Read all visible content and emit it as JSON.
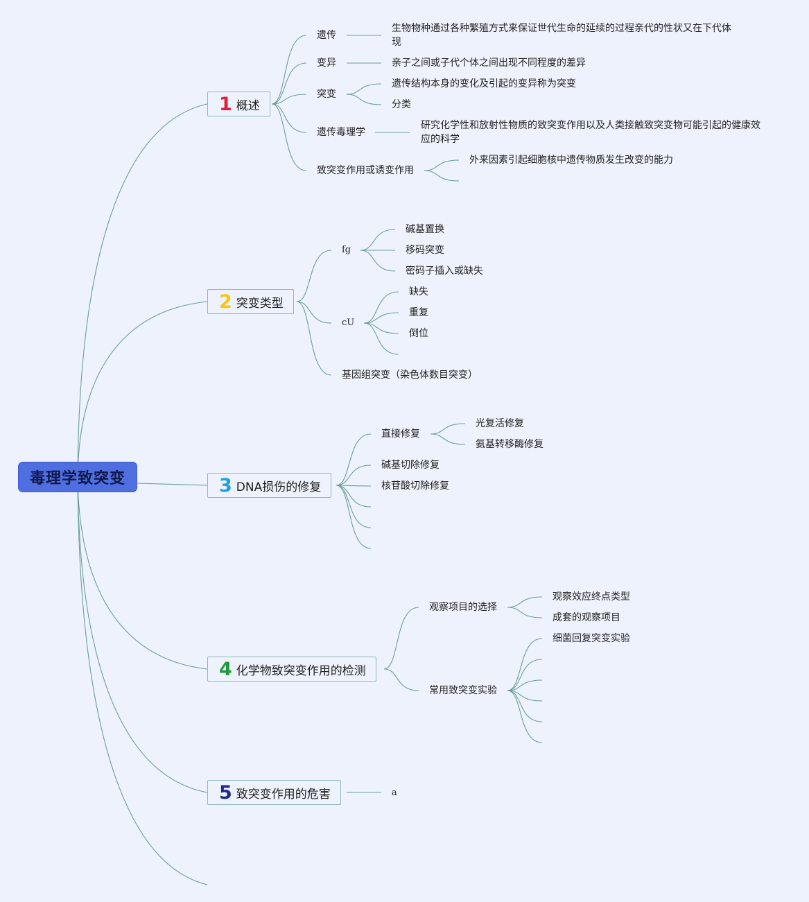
{
  "root": "毒理学致突变",
  "colors": {
    "t1": "#e0203a",
    "t2": "#f5c518",
    "t3": "#1f9fe0",
    "t4": "#1f9a3a",
    "t5": "#1f2a8a"
  },
  "topics": [
    {
      "num": "1",
      "label": "概述",
      "children": [
        {
          "label": "遗传",
          "detail": "生物物种通过各种繁殖方式来保证世代生命的延续的过程亲代的性状又在下代体现"
        },
        {
          "label": "变异",
          "detail": "亲子之间或子代个体之间出现不同程度的差异"
        },
        {
          "label": "突变",
          "children": [
            "遗传结构本身的变化及引起的变异称为突变",
            "分类"
          ]
        },
        {
          "label": "遗传毒理学",
          "detail": "研究化学性和放射性物质的致突变作用以及人类接触致突变物可能引起的健康效应的科学"
        },
        {
          "label": "致突变作用或诱变作用",
          "children": [
            "外来因素引起细胞核中遗传物质发生改变的能力"
          ]
        }
      ]
    },
    {
      "num": "2",
      "label": "突变类型",
      "children": [
        {
          "label": "fg",
          "children": [
            "碱基置换",
            "移码突变",
            "密码子插入或缺失"
          ]
        },
        {
          "label": "cU",
          "children": [
            "缺失",
            "重复",
            "倒位"
          ]
        },
        {
          "label": "基因组突变（染色体数目突变）"
        }
      ]
    },
    {
      "num": "3",
      "label": "DNA损伤的修复",
      "children": [
        {
          "label": "直接修复",
          "children": [
            "光复活修复",
            "氨基转移酶修复"
          ]
        },
        {
          "label": "碱基切除修复"
        },
        {
          "label": "核苷酸切除修复"
        }
      ]
    },
    {
      "num": "4",
      "label": "化学物致突变作用的检测",
      "children": [
        {
          "label": "观察项目的选择",
          "children": [
            "观察效应终点类型",
            "成套的观察项目"
          ]
        },
        {
          "label": "常用致突变实验",
          "children": [
            "细菌回复突变实验"
          ]
        }
      ]
    },
    {
      "num": "5",
      "label": "致突变作用的危害",
      "children": [
        {
          "label": "a"
        }
      ]
    }
  ]
}
